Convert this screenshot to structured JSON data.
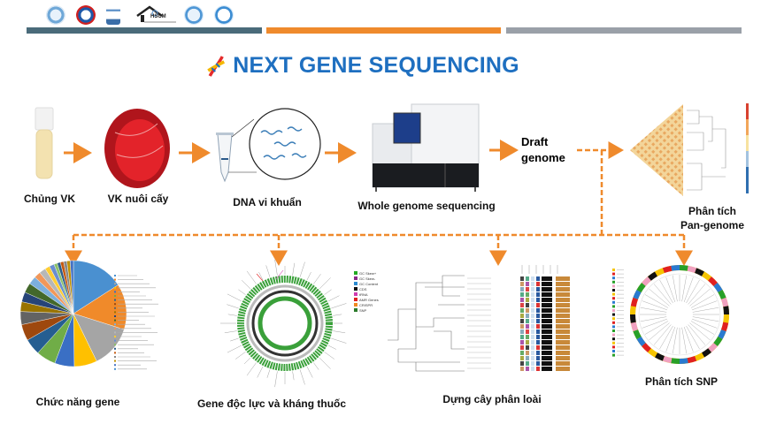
{
  "header": {
    "logos": [
      "university-seal-logo",
      "q-logo",
      "microscope-logo",
      "HSCM",
      "circle-seal-logo-1",
      "circle-seal-logo-2"
    ],
    "bar_colors": [
      "#4a6b7a",
      "#ef8a2c",
      "#9aa0a8"
    ]
  },
  "title": {
    "icon": "dna-icon",
    "text": "NEXT GENE SEQUENCING",
    "color": "#1e6fc0"
  },
  "accent_color": "#ef8a2c",
  "pipeline": {
    "steps": [
      {
        "label": "Chủng VK",
        "image": "bacteria-tube"
      },
      {
        "label": "VK nuôi cấy",
        "image": "blood-agar-plate"
      },
      {
        "label": "DNA vi khuẩn",
        "image": "dna-tube-magnified"
      },
      {
        "label": "Whole genome sequencing",
        "image": "sequencer-machine"
      }
    ],
    "draft": {
      "line1": "Draft",
      "line2": "genome"
    },
    "pan": {
      "line1": "Phân tích",
      "line2": "Pan-genome",
      "image": "pan-genome-heatmap"
    }
  },
  "analyses": [
    {
      "label": "Chức năng gene",
      "image": "function-pie-chart"
    },
    {
      "label": "Gene độc lực và kháng thuốc",
      "image": "circular-genome-map",
      "legend": [
        "GC Skew+",
        "GC Skew-",
        "GC Content",
        "CDS",
        "tRNA",
        "AMR Genes",
        "CRISPR",
        "SNP"
      ],
      "legend_colors": [
        "#22aa22",
        "#8a2a8a",
        "#2a8ad0",
        "#111111",
        "#d03ab0",
        "#e02020",
        "#f08a20",
        "#2a7a2a"
      ]
    },
    {
      "label": "Dựng cây phân loài",
      "image": "phylogenetic-tree"
    },
    {
      "label": "Phân tích SNP",
      "image": "snp-circular-tree"
    }
  ]
}
